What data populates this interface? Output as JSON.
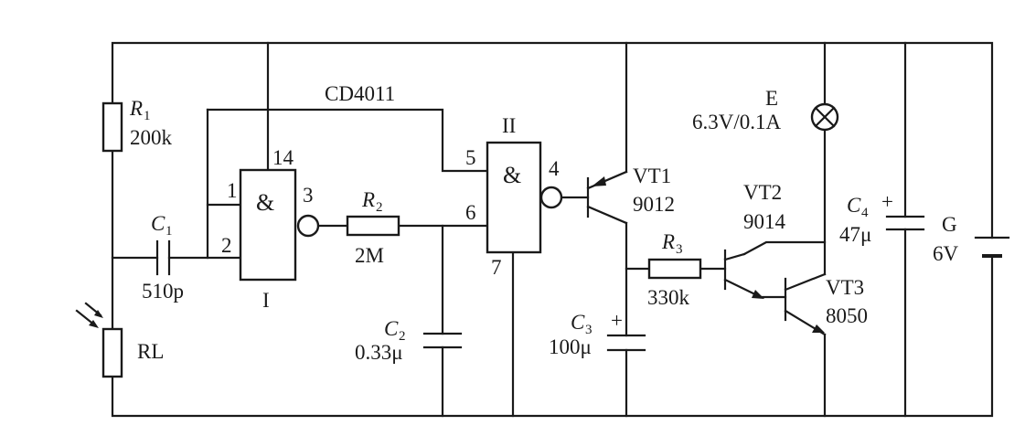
{
  "chip": "CD4011",
  "gate1": {
    "symbol": "&",
    "label": "I",
    "pins": [
      "1",
      "2",
      "3",
      "14"
    ]
  },
  "gate2": {
    "symbol": "&",
    "label": "II",
    "pins": [
      "5",
      "6",
      "4",
      "7"
    ]
  },
  "R1": {
    "letter": "R",
    "sub": "1",
    "value": "200k"
  },
  "R2": {
    "letter": "R",
    "sub": "2",
    "value": "2M"
  },
  "R3": {
    "letter": "R",
    "sub": "3",
    "value": "330k"
  },
  "C1": {
    "letter": "C",
    "sub": "1",
    "value": "510p"
  },
  "C2": {
    "letter": "C",
    "sub": "2",
    "value": "0.33μ"
  },
  "C3": {
    "letter": "C",
    "sub": "3",
    "value": "100μ",
    "polarity": "+"
  },
  "C4": {
    "letter": "C",
    "sub": "4",
    "value": "47μ",
    "polarity": "+"
  },
  "RL": {
    "label": "RL"
  },
  "VT1": {
    "name": "VT1",
    "model": "9012"
  },
  "VT2": {
    "name": "VT2",
    "model": "9014"
  },
  "VT3": {
    "name": "VT3",
    "model": "8050"
  },
  "lamp": {
    "name": "E",
    "rating": "6.3V/0.1A"
  },
  "battery": {
    "name": "G",
    "voltage": "6V"
  }
}
